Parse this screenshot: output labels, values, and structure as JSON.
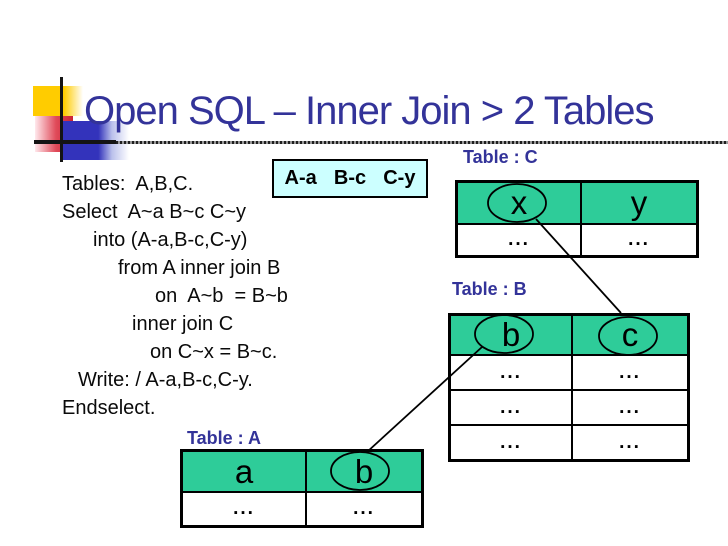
{
  "slide": {
    "title": "Open SQL – Inner Join > 2 Tables"
  },
  "code": {
    "lines": [
      "Tables:  A,B,C.",
      "Select  A~a B~c C~y",
      "into (A-a,B-c,C-y)",
      "from A inner join B",
      "on  A~b  = B~b",
      "inner join C",
      "on C~x = B~c.",
      "Write: / A-a,B-c,C-y.",
      "Endselect."
    ]
  },
  "result_box": {
    "text": "A-a  B-c  C-y"
  },
  "tables": {
    "c": {
      "label": "Table : C",
      "columns": [
        "x",
        "y"
      ],
      "rows": [
        [
          "...",
          "..."
        ]
      ],
      "circled_columns": [
        "x"
      ]
    },
    "b": {
      "label": "Table : B",
      "columns": [
        "b",
        "c"
      ],
      "rows": [
        [
          "...",
          "..."
        ],
        [
          "...",
          "..."
        ],
        [
          "...",
          "..."
        ]
      ],
      "circled_columns": [
        "b",
        "c"
      ]
    },
    "a": {
      "label": "Table : A",
      "columns": [
        "a",
        "b"
      ],
      "rows": [
        [
          "...",
          "..."
        ]
      ],
      "circled_columns": [
        "b"
      ]
    }
  },
  "joins": [
    {
      "from": "C.x",
      "to": "B.c"
    },
    {
      "from": "B.b",
      "to": "A.b"
    }
  ],
  "colors": {
    "title_text": "#333399",
    "table_label_text": "#333399",
    "table_header_bg": "#2ECC99",
    "result_box_bg": "#CCFFFF",
    "logo_yellow": "#FFCC00",
    "logo_red": "#CC2233",
    "logo_blue": "#3333BB"
  }
}
